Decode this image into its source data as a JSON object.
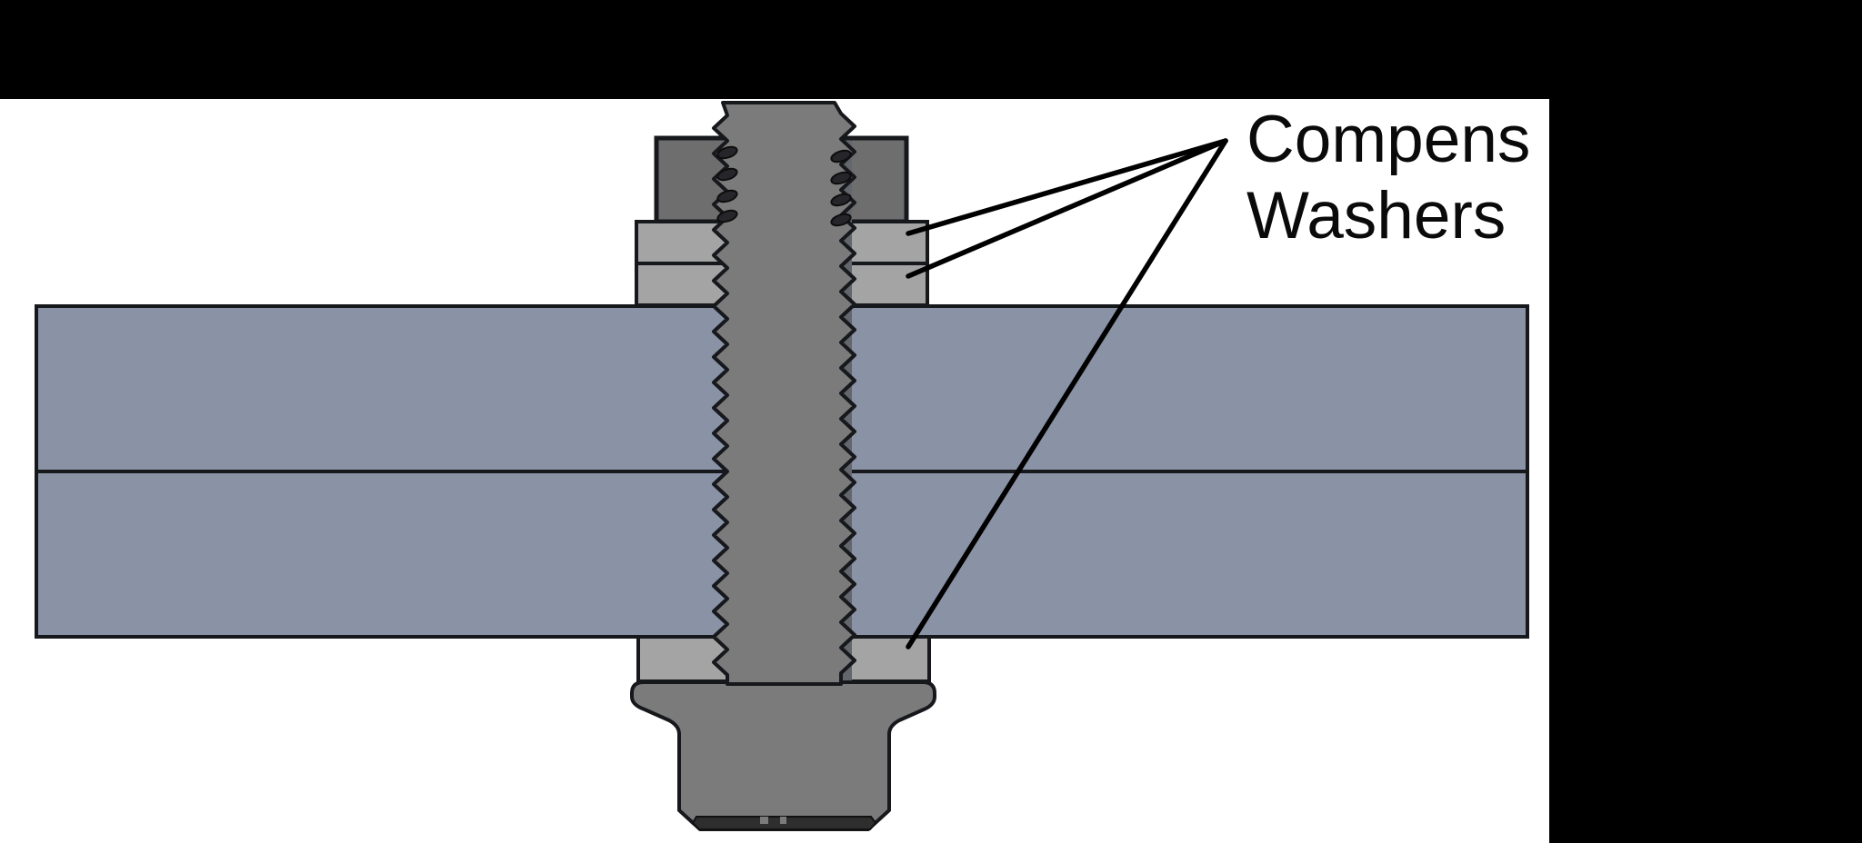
{
  "figure": {
    "kind": "technical cross-section diagram",
    "subject": "bolted joint with compensating washers clamping two plates"
  },
  "label": {
    "line1": "Compens",
    "line2": "Washers"
  },
  "colors": {
    "background": "#ffffff",
    "mask": "#000000",
    "plate": "#8a92a5",
    "washer": "#a4a4a4",
    "nut": "#6e6e6e",
    "bolt": "#7b7b7b",
    "outline": "#16181c",
    "band": "#2e2e2e",
    "shadow": "#63676d",
    "leader": "#000000",
    "text": "#0a0a0a"
  }
}
